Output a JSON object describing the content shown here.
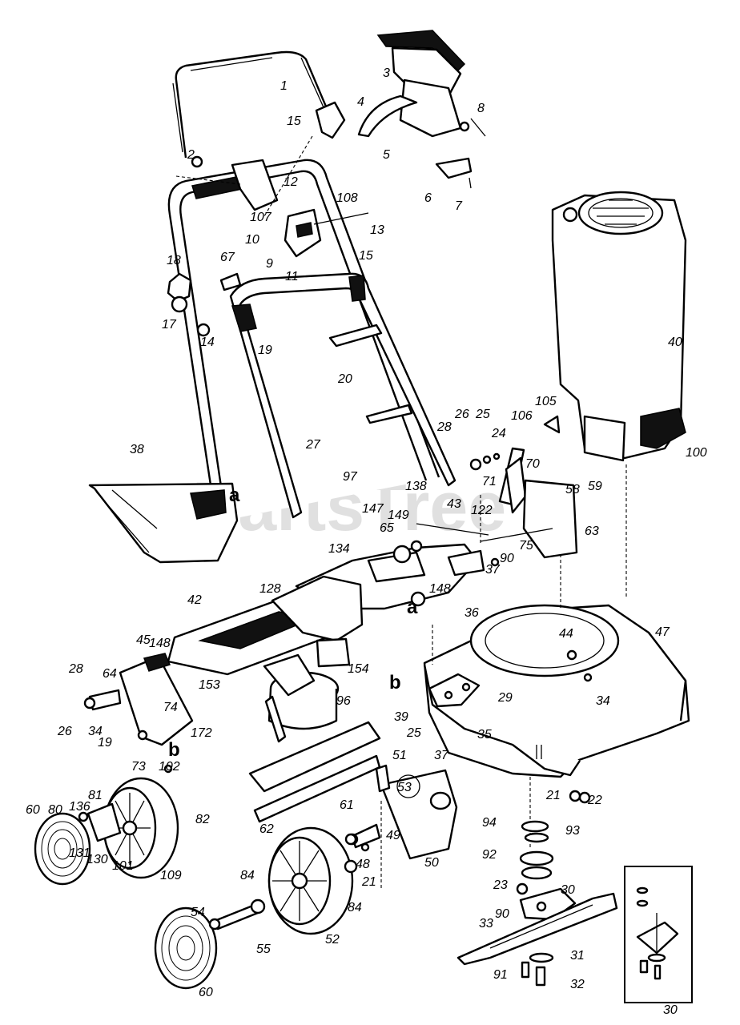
{
  "watermark": "PartsTree",
  "callouts": {
    "top_a": "a",
    "top_b": "b",
    "deck_a": "a",
    "deck_b": "b"
  },
  "part_numbers": [
    "1",
    "2",
    "3",
    "4",
    "5",
    "6",
    "7",
    "8",
    "15",
    "12",
    "108",
    "107",
    "13",
    "10",
    "9",
    "11",
    "15",
    "18",
    "67",
    "17",
    "14",
    "19",
    "20",
    "27",
    "40",
    "105",
    "106",
    "100",
    "26",
    "25",
    "24",
    "28",
    "70",
    "71",
    "58",
    "59",
    "63",
    "38",
    "97",
    "138",
    "43",
    "147",
    "149",
    "122",
    "65",
    "75",
    "134",
    "90",
    "37",
    "148",
    "128",
    "42",
    "45",
    "148",
    "64",
    "153",
    "154",
    "96",
    "28",
    "74",
    "34",
    "26",
    "172",
    "19",
    "73",
    "102",
    "36",
    "44",
    "47",
    "34",
    "29",
    "39",
    "25",
    "35",
    "37",
    "51",
    "53",
    "61",
    "62",
    "22",
    "21",
    "60",
    "80",
    "136",
    "81",
    "82",
    "131",
    "130",
    "101",
    "109",
    "94",
    "93",
    "92",
    "50",
    "48",
    "49",
    "21",
    "23",
    "30",
    "90",
    "33",
    "84",
    "54",
    "55",
    "52",
    "31",
    "60",
    "91",
    "32",
    "30",
    "84"
  ]
}
